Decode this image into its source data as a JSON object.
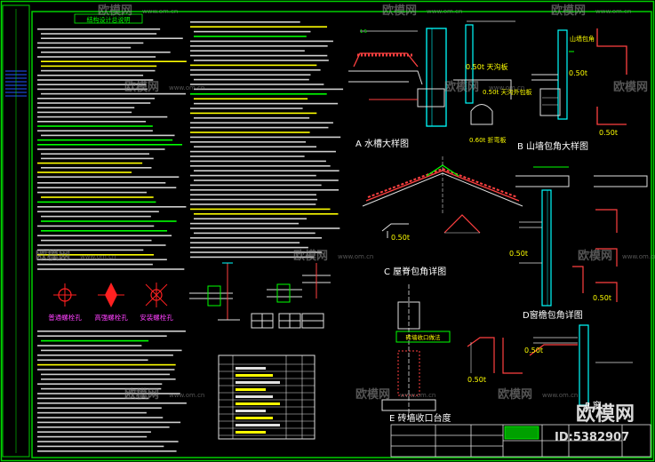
{
  "colors": {
    "frame": "#00d000",
    "text": "#e8e8e8",
    "yellow": "#ffff00",
    "green": "#00ff00",
    "cyan": "#00ffff",
    "red": "#ff2020",
    "magenta": "#ff40ff",
    "watermark": "#9a9a9a",
    "background": "#000000"
  },
  "notes": {
    "title": "结构设计总说明"
  },
  "symbols": {
    "labels": [
      "普通螺栓孔",
      "高强螺栓孔",
      "安装螺栓孔"
    ]
  },
  "details": {
    "a_title": "A 水槽大样图",
    "b_title": "B 山墙包角大样图",
    "c_title": "C 屋脊包角详图",
    "d_title": "D窗檐包角详图",
    "e_title": "E 砖墙收口台度",
    "f_title": "F 窗",
    "b_sub_label": "山墙包角",
    "e_box_label": "砖墙收口做法"
  },
  "thickness_labels": {
    "a1": "0.50t 天沟板",
    "a2": "0.50t 天沟外包板",
    "a3": "0.60t 折弯板",
    "b1": "0.50t",
    "b2": "0.50t",
    "c1": "0.50t",
    "d1": "0.50t",
    "d2": "0.50t",
    "e1": "0.50t",
    "f1": "0.50t"
  },
  "watermark": {
    "brand": "欧模网",
    "url": "www.om.cn",
    "big_brand": "欧模网",
    "id": "ID:5382907"
  }
}
